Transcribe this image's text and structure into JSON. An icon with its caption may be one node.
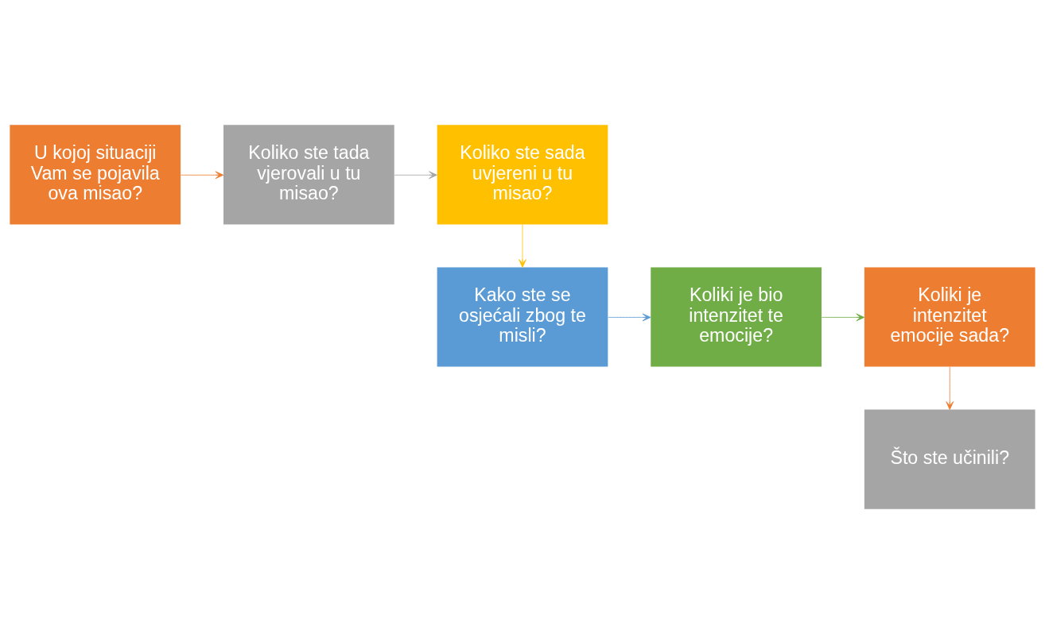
{
  "diagram": {
    "nodes": [
      {
        "text": [
          "U kojoj situaciji Vam se pojavila ova misao?"
        ]
      },
      {
        "text": [
          "Koliko ste tada vjerovali u tu misao?"
        ]
      },
      {
        "text": [
          "Koliko ste sada uvjereni u tu misao?"
        ]
      },
      {
        "text": [
          "Kako ste se osjećali zbog te misli?"
        ]
      },
      {
        "text": [
          "Koliki je bio intenzitet te emocije?"
        ]
      },
      {
        "text": [
          "Koliki je intenzitet emocije sada?"
        ]
      },
      {
        "text": [
          "Što ste učinili?"
        ]
      }
    ],
    "edges": [
      {
        "from": 0,
        "to": 1,
        "arrow": "to",
        "color": "#ed7d31"
      },
      {
        "from": 1,
        "to": 2,
        "arrow": "to",
        "color": "#a5a5a5"
      },
      {
        "from": 2,
        "to": 3,
        "arrow": "to",
        "color": "#ffc000"
      },
      {
        "from": 3,
        "to": 4,
        "arrow": "to",
        "color": "#5b9bd5"
      },
      {
        "from": 4,
        "to": 5,
        "arrow": "to",
        "color": "#70ad47"
      },
      {
        "from": 5,
        "to": 6,
        "arrow": "to",
        "color": "#ed7d31"
      }
    ]
  }
}
